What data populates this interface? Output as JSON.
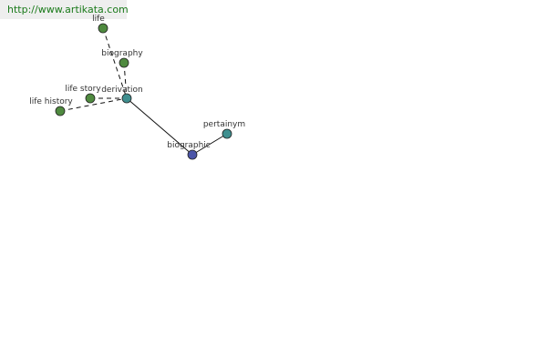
{
  "watermark": {
    "text": "http://www.artikata.com"
  },
  "graph": {
    "nodes": [
      {
        "id": "life",
        "label": "life",
        "group": "synonym",
        "color": "#4f8a3f"
      },
      {
        "id": "biography",
        "label": "biography",
        "group": "synonym",
        "color": "#4f8a3f"
      },
      {
        "id": "life-story",
        "label": "life story",
        "group": "synonym",
        "color": "#4f8a3f"
      },
      {
        "id": "life-history",
        "label": "life history",
        "group": "synonym",
        "color": "#4f8a3f"
      },
      {
        "id": "derivation",
        "label": "derivation",
        "group": "relation",
        "color": "#3f8f8f"
      },
      {
        "id": "biographic",
        "label": "biographic",
        "group": "headword",
        "color": "#4b55a8"
      },
      {
        "id": "pertainym",
        "label": "pertainym",
        "group": "relation",
        "color": "#3f8f8f"
      }
    ],
    "edges": [
      {
        "from": "life",
        "to": "derivation",
        "style": "dashed"
      },
      {
        "from": "biography",
        "to": "derivation",
        "style": "dashed"
      },
      {
        "from": "life-story",
        "to": "derivation",
        "style": "dashed"
      },
      {
        "from": "life-history",
        "to": "derivation",
        "style": "dashed"
      },
      {
        "from": "derivation",
        "to": "biographic",
        "style": "solid"
      },
      {
        "from": "biographic",
        "to": "pertainym",
        "style": "solid"
      }
    ]
  }
}
